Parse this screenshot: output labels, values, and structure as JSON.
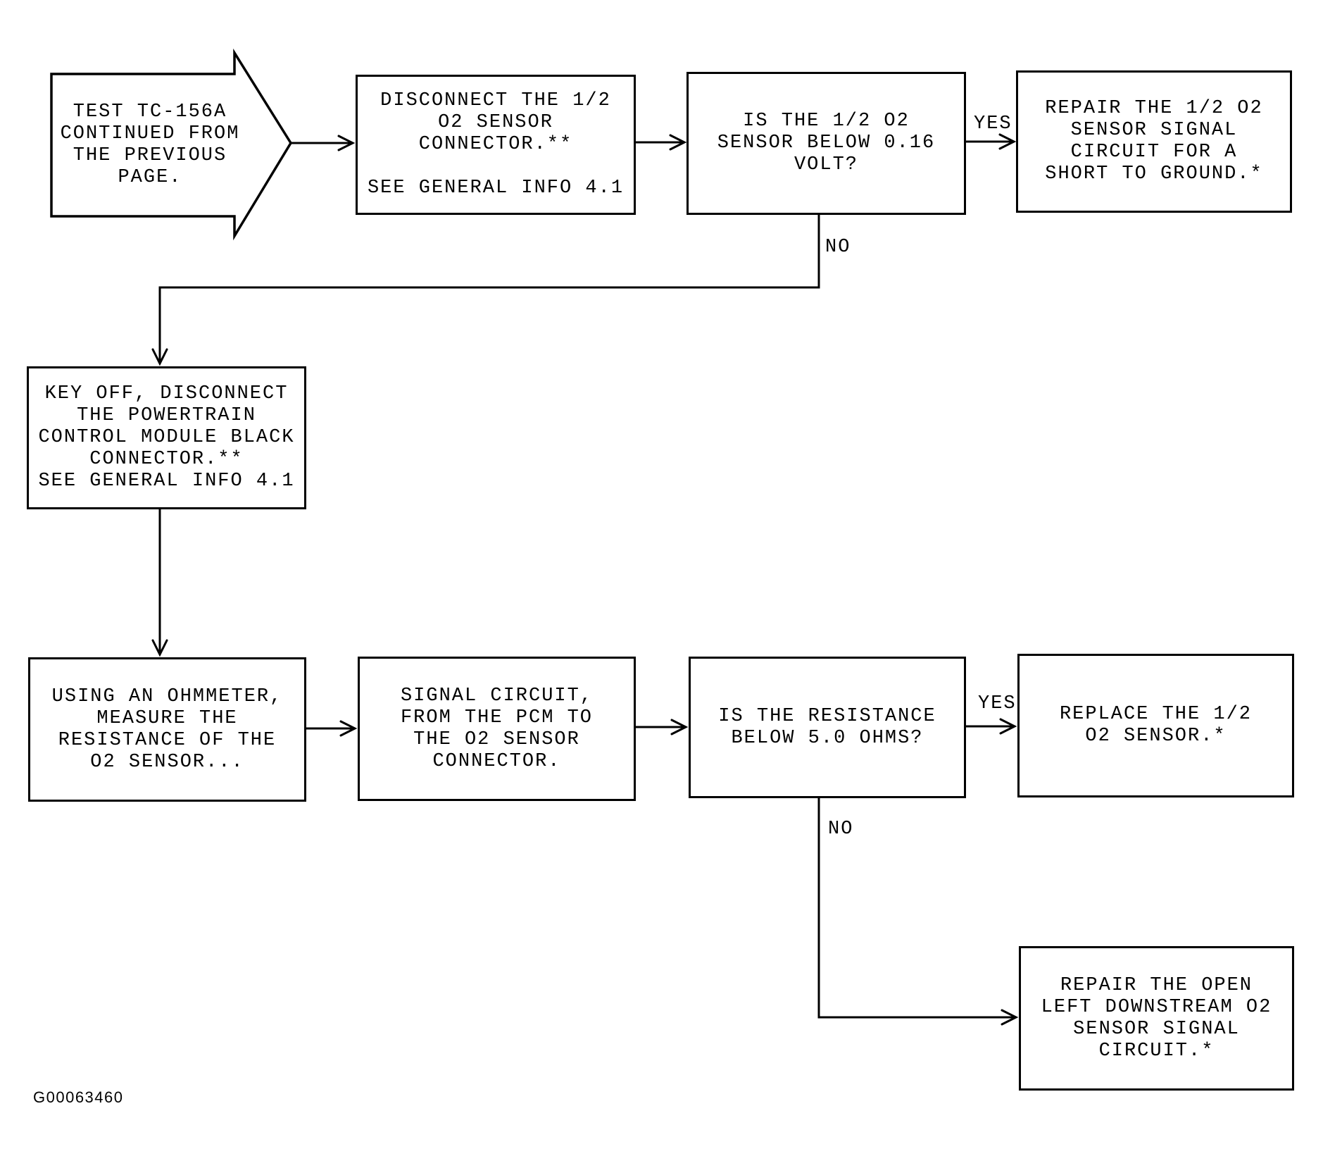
{
  "flowchart": {
    "title_context": "O2 sensor diagnostic flowchart",
    "figure_id": "G00063460",
    "colors": {
      "ink": "#000000",
      "paper": "#ffffff"
    },
    "nodes": {
      "start": {
        "type": "offpage-connector-arrow",
        "text": "TEST TC-156A\nCONTINUED FROM\nTHE PREVIOUS\nPAGE."
      },
      "disconnect_sensor": {
        "type": "process",
        "text": "DISCONNECT THE 1/2\nO2 SENSOR\nCONNECTOR.**\n\nSEE GENERAL INFO 4.1"
      },
      "volt_check": {
        "type": "decision",
        "text": "IS THE 1/2 O2\nSENSOR BELOW 0.16\nVOLT?"
      },
      "repair_short": {
        "type": "action",
        "text": "REPAIR THE 1/2 O2\nSENSOR SIGNAL\nCIRCUIT FOR A\nSHORT TO GROUND.*"
      },
      "key_off": {
        "type": "process",
        "text": "KEY OFF, DISCONNECT\nTHE POWERTRAIN\nCONTROL MODULE BLACK\nCONNECTOR.**\nSEE GENERAL INFO 4.1"
      },
      "ohmmeter": {
        "type": "process",
        "text": "USING AN OHMMETER,\nMEASURE THE\nRESISTANCE OF THE\nO2 SENSOR..."
      },
      "signal_circuit": {
        "type": "process",
        "text": "SIGNAL CIRCUIT,\nFROM THE PCM TO\nTHE O2 SENSOR\nCONNECTOR."
      },
      "resistance_check": {
        "type": "decision",
        "text": "IS THE RESISTANCE\nBELOW 5.0 OHMS?"
      },
      "replace_sensor": {
        "type": "action",
        "text": "REPLACE THE 1/2\nO2 SENSOR.*"
      },
      "repair_open": {
        "type": "action",
        "text": "REPAIR THE OPEN\nLEFT DOWNSTREAM O2\nSENSOR SIGNAL\nCIRCUIT.*"
      }
    },
    "edges": [
      {
        "from": "start",
        "to": "disconnect_sensor",
        "label": ""
      },
      {
        "from": "disconnect_sensor",
        "to": "volt_check",
        "label": ""
      },
      {
        "from": "volt_check",
        "to": "repair_short",
        "label": "YES"
      },
      {
        "from": "volt_check",
        "to": "key_off",
        "label": "NO"
      },
      {
        "from": "key_off",
        "to": "ohmmeter",
        "label": ""
      },
      {
        "from": "ohmmeter",
        "to": "signal_circuit",
        "label": ""
      },
      {
        "from": "signal_circuit",
        "to": "resistance_check",
        "label": ""
      },
      {
        "from": "resistance_check",
        "to": "replace_sensor",
        "label": "YES"
      },
      {
        "from": "resistance_check",
        "to": "repair_open",
        "label": "NO"
      }
    ]
  }
}
